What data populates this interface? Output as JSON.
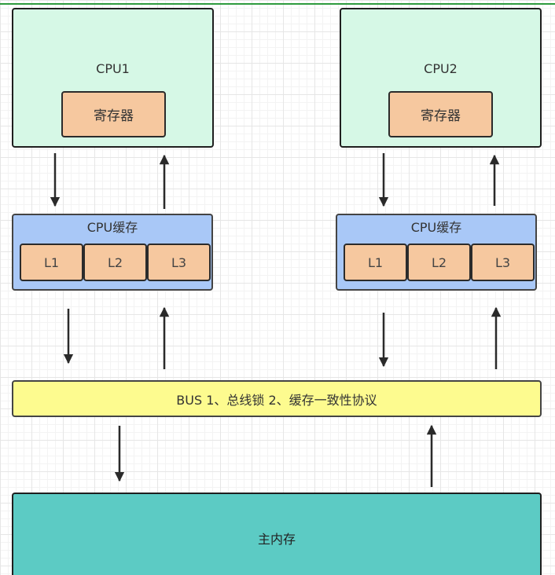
{
  "cpus": [
    {
      "title": "CPU1",
      "register_label": "寄存器",
      "cache": {
        "title": "CPU缓存",
        "levels": [
          "L1",
          "L2",
          "L3"
        ]
      }
    },
    {
      "title": "CPU2",
      "register_label": "寄存器",
      "cache": {
        "title": "CPU缓存",
        "levels": [
          "L1",
          "L2",
          "L3"
        ]
      }
    }
  ],
  "bus": {
    "label": "BUS 1、总线锁 2、缓存一致性协议"
  },
  "memory": {
    "label": "主内存"
  },
  "colors": {
    "cpu_fill": "#d6f8e6",
    "register_fill": "#f6c89f",
    "cache_fill": "#a9c8f7",
    "bus_fill": "#fdfb8f",
    "memory_fill": "#5ccbc4"
  }
}
